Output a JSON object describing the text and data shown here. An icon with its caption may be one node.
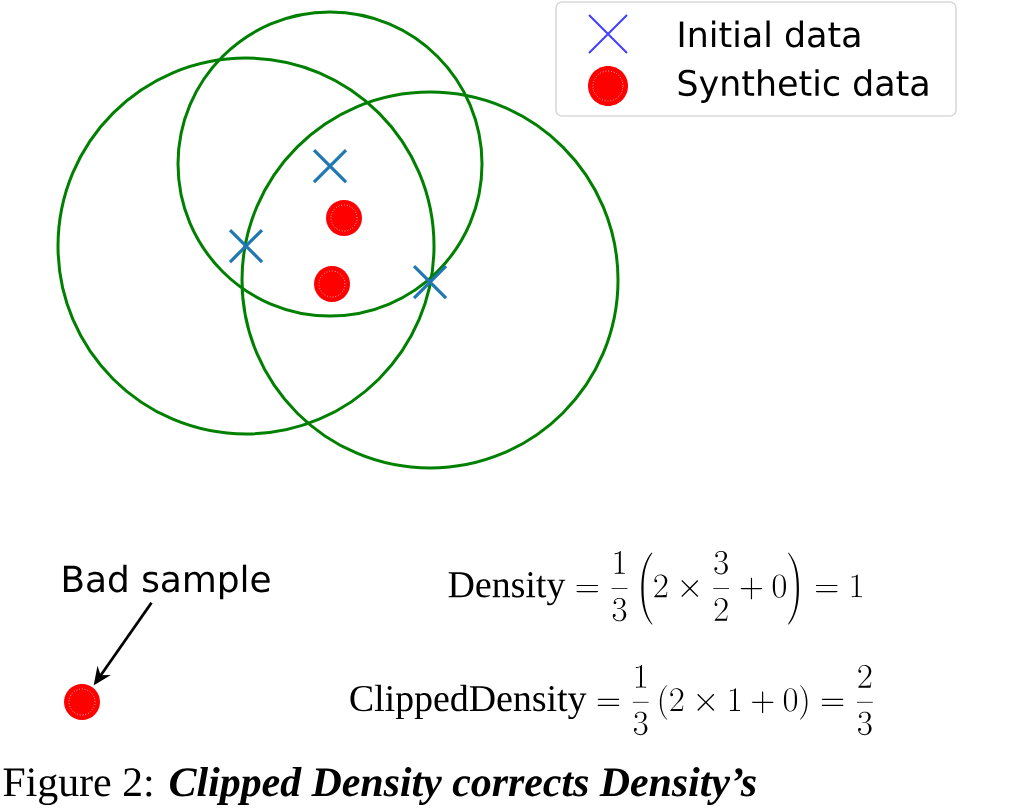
{
  "diagram": {
    "caption": "Figure 2: **Clipped Density corrects Density’s**",
    "nodes": [
      {
        "text": [],
        "shape": "circle"
      },
      {
        "text": [],
        "shape": "circle"
      },
      {
        "text": [
          "Bad sample"
        ]
      },
      {
        "text": [],
        "shape": "circle"
      }
    ],
    "edges": [
      {
        "from": 2,
        "to": 3,
        "arrow": "to"
      }
    ],
    "labels": [
      "\\mathrm{Density} = \\frac{1}{3}\\left(2\\times\\frac{3}{2}+0\\right) = 1",
      "\\mathrm{ClippedDensity} = \\frac{1}{3}\\,(2\\times 1+0) = \\frac{2}{3}"
    ],
    "legend": [
      {
        "text": "Initial data"
      },
      {
        "text": "Synthetic data",
        "color": "#ff0000"
      }
    ]
  }
}
